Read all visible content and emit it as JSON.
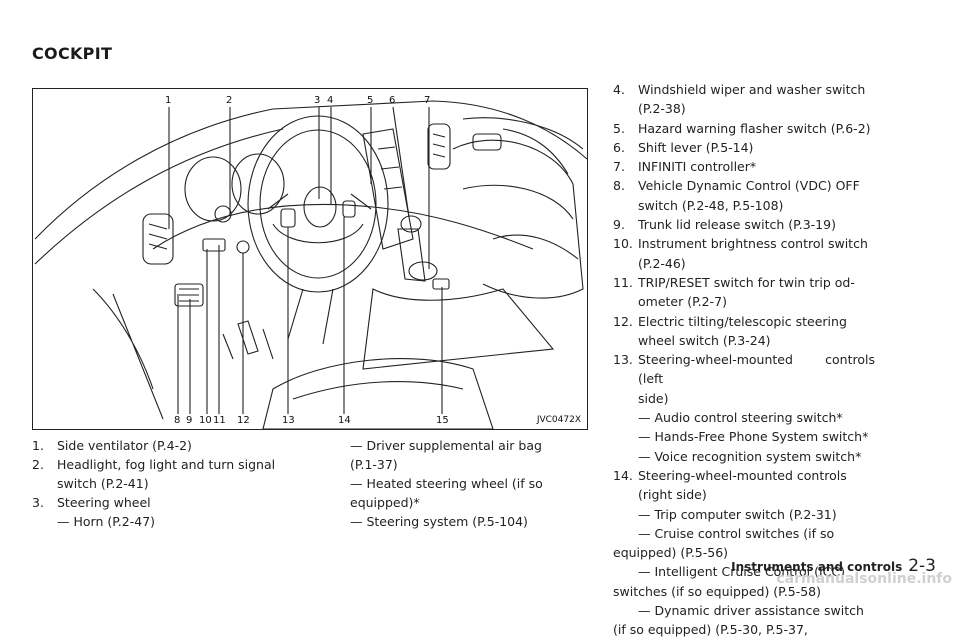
{
  "title": "COCKPIT",
  "figure": {
    "code": "JVC0472X",
    "callouts_top": [
      "1",
      "2",
      "3",
      "4",
      "5",
      "6",
      "7"
    ],
    "callouts_bottom": [
      "8",
      "9",
      "10",
      "11",
      "12",
      "13",
      "14",
      "15"
    ]
  },
  "list_left": {
    "items": [
      {
        "num": "1.",
        "lines": [
          "Side ventilator (P.4-2)"
        ]
      },
      {
        "num": "2.",
        "lines": [
          "Headlight, fog light and turn signal",
          "switch (P.2-41)"
        ]
      },
      {
        "num": "3.",
        "lines": [
          "Steering wheel"
        ]
      },
      {
        "num": "",
        "sub": "— Horn (P.2-47)"
      }
    ]
  },
  "list_mid": {
    "lines": [
      "— Driver supplemental air bag",
      "(P.1-37)",
      "— Heated steering wheel (if so",
      "equipped)*",
      "— Steering system (P.5-104)"
    ]
  },
  "list_right": {
    "items": [
      {
        "num": "4.",
        "lines": [
          "Windshield wiper and washer switch",
          "(P.2-38)"
        ]
      },
      {
        "num": "5.",
        "lines": [
          "Hazard warning flasher switch (P.6-2)"
        ]
      },
      {
        "num": "6.",
        "lines": [
          "Shift lever (P.5-14)"
        ]
      },
      {
        "num": "7.",
        "lines": [
          "INFINITI controller*"
        ]
      },
      {
        "num": "8.",
        "lines": [
          "Vehicle Dynamic Control (VDC) OFF",
          "switch (P.2-48, P.5-108)"
        ]
      },
      {
        "num": "9.",
        "lines": [
          "Trunk lid release switch (P.3-19)"
        ]
      },
      {
        "num": "10.",
        "lines": [
          "Instrument brightness control switch",
          "(P.2-46)"
        ]
      },
      {
        "num": "11.",
        "lines": [
          "TRIP/RESET switch for twin trip od-",
          "ometer (P.2-7)"
        ]
      },
      {
        "num": "12.",
        "lines": [
          "Electric tilting/telescopic steering",
          "wheel switch (P.3-24)"
        ]
      },
      {
        "num": "13.",
        "lines": [
          "Steering-wheel-mounted controls (left",
          "side)"
        ]
      },
      {
        "num": "",
        "sub": "— Audio control steering switch*"
      },
      {
        "num": "",
        "sub": "— Hands-Free Phone System switch*"
      },
      {
        "num": "",
        "sub": "— Voice recognition system switch*"
      },
      {
        "num": "14.",
        "lines": [
          "Steering-wheel-mounted controls",
          "(right side)"
        ]
      },
      {
        "num": "",
        "sub": "— Trip computer switch (P.2-31)"
      },
      {
        "num": "",
        "sub": "— Cruise control switches (if so"
      },
      {
        "num": "",
        "sub": "equipped) (P.5-56)"
      },
      {
        "num": "",
        "sub": "— Intelligent Cruise Control (ICC)"
      },
      {
        "num": "",
        "sub": "switches (if so equipped) (P.5-58)"
      },
      {
        "num": "",
        "sub": "— Dynamic driver assistance switch"
      },
      {
        "num": "",
        "sub": "(if so equipped) (P.5-30, P.5-37,"
      }
    ]
  },
  "footer": {
    "section": "Instruments and controls",
    "page": "2-3"
  },
  "watermark": "carmanualsonline.info"
}
